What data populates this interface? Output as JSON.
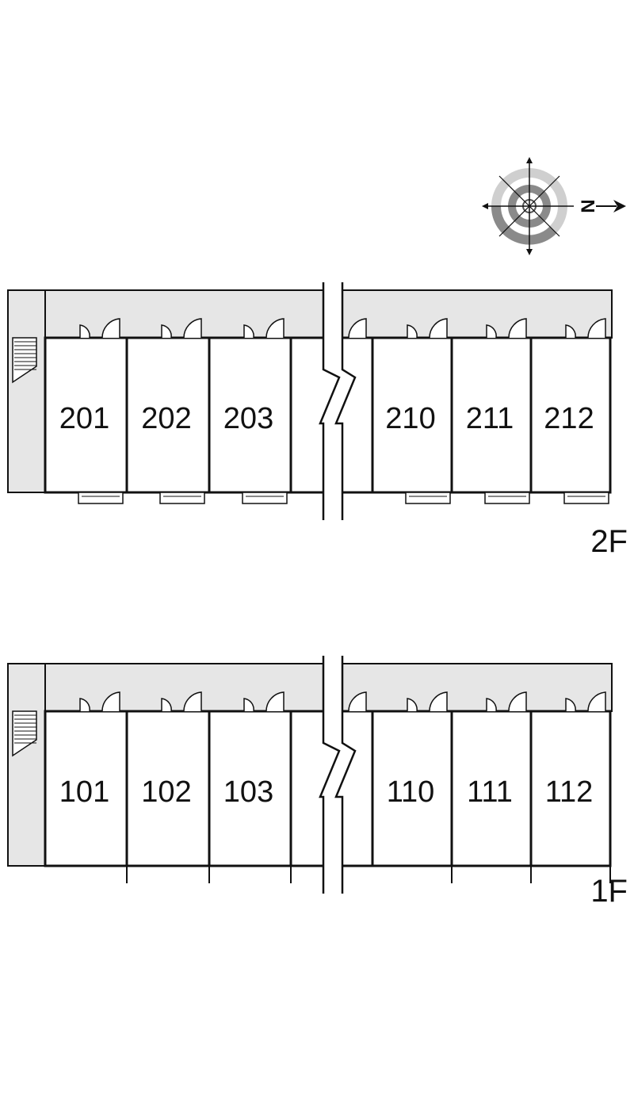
{
  "compass": {
    "north_letter": "N",
    "icon": "compass-rose-icon"
  },
  "colors": {
    "corridor": "#e6e6e6",
    "wall": "#111111",
    "compass_ring": "#8a8a8a",
    "compass_ring_light": "#cfcfcf"
  },
  "floors": [
    {
      "id": "2f",
      "label": "2F",
      "units": [
        "201",
        "202",
        "203",
        "210",
        "211",
        "212"
      ],
      "has_balconies": true
    },
    {
      "id": "1f",
      "label": "1F",
      "units": [
        "101",
        "102",
        "103",
        "110",
        "111",
        "112"
      ],
      "has_balconies": false
    }
  ]
}
